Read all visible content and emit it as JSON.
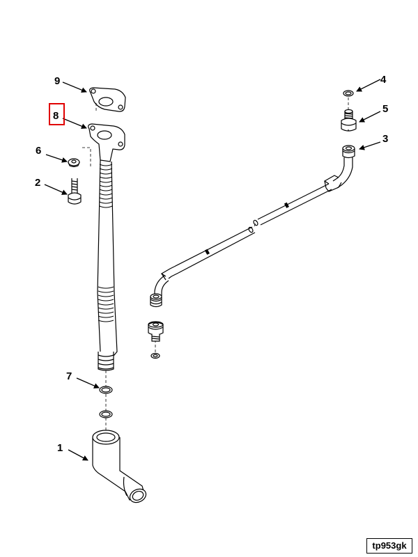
{
  "callouts": [
    {
      "id": "9",
      "label": "9"
    },
    {
      "id": "8",
      "label": "8",
      "highlighted": true
    },
    {
      "id": "6",
      "label": "6"
    },
    {
      "id": "2",
      "label": "2"
    },
    {
      "id": "7",
      "label": "7"
    },
    {
      "id": "1",
      "label": "1"
    },
    {
      "id": "4",
      "label": "4"
    },
    {
      "id": "5",
      "label": "5"
    },
    {
      "id": "3",
      "label": "3"
    }
  ],
  "reference_code": "tp953gk",
  "colors": {
    "line": "#000000",
    "highlight": "#e00000",
    "background": "#ffffff"
  }
}
